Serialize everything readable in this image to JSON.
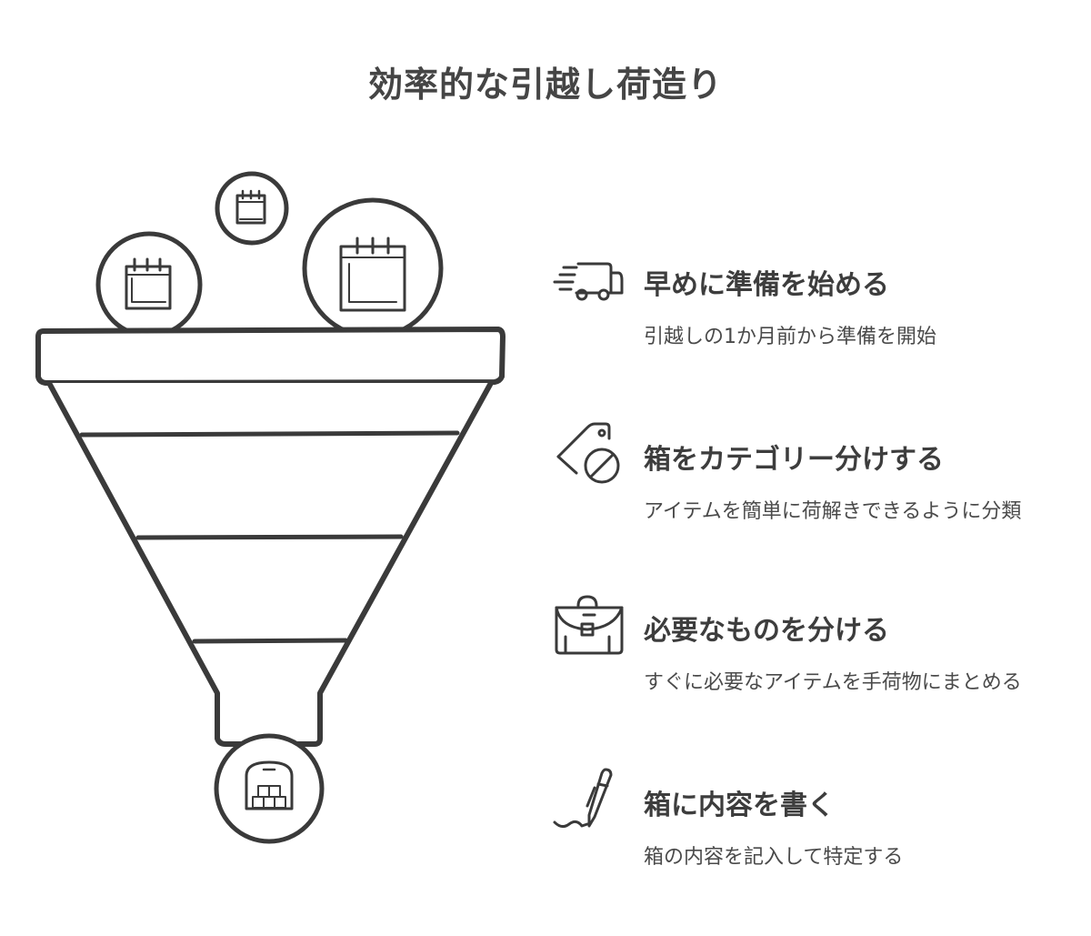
{
  "title": "効率的な引越し荷造り",
  "steps": [
    {
      "heading": "早めに準備を始める",
      "description": "引越しの1か月前から準備を開始",
      "icon": "moving-truck-icon"
    },
    {
      "heading": "箱をカテゴリー分けする",
      "description": "アイテムを簡単に荷解きできるように分類",
      "icon": "tag-icon"
    },
    {
      "heading": "必要なものを分ける",
      "description": "すぐに必要なアイテムを手荷物にまとめる",
      "icon": "bag-icon"
    },
    {
      "heading": "箱に内容を書く",
      "description": "箱の内容を記入して特定する",
      "icon": "pen-icon"
    }
  ],
  "funnel": {
    "inputs": [
      "calendar-icon",
      "calendar-icon",
      "calendar-icon"
    ],
    "output": "warehouse-boxes-icon"
  }
}
